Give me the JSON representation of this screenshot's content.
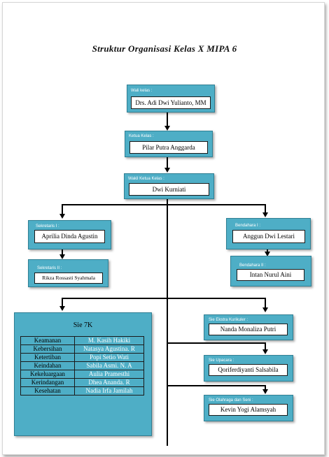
{
  "title": "Struktur Organisasi Kelas X MIPA 6",
  "wali": {
    "label": "Wali kelas :",
    "name": "Drs. Adi Dwi Yulianto, MM"
  },
  "ketua": {
    "label": "Ketua Kelas :",
    "name": "Pilar Putra Anggarda"
  },
  "wakil": {
    "label": "Wakil Ketua Kelas :",
    "name": "Dwi Kurniati"
  },
  "sekretaris1": {
    "label": "Sekretaris I :",
    "name": "Aprilia Dinda Agustin"
  },
  "sekretaris2": {
    "label": "Sekretaris II :",
    "name": "Rikza Rossasti Syahmala"
  },
  "bendahara1": {
    "label": "Bendahara I :",
    "name": "Anggun Dwi Lestari"
  },
  "bendahara2": {
    "label": "Bendahara II :",
    "name": "Intan Nurul Aini"
  },
  "sie7k": {
    "title": "Sie 7K",
    "rows": [
      {
        "role": "Keamanan",
        "name": "M. Kasih Hakiki"
      },
      {
        "role": "Kebersihan",
        "name": "Natasya Agustina. R"
      },
      {
        "role": "Ketertiban",
        "name": "Popi Setio Wati"
      },
      {
        "role": "Keindahan",
        "name": "Sabila Asmi. N. A"
      },
      {
        "role": "Kekeluargaan",
        "name": "Aulia Pramesthi"
      },
      {
        "role": "Kerindangan",
        "name": "Dhea Ananda. R"
      },
      {
        "role": "Kesehatan",
        "name": "Nadia Irfa Jamilah"
      }
    ]
  },
  "ekskul": {
    "label": "Sie Ekstra Kurikuler :",
    "name": "Nanda Monaliza Putri"
  },
  "upacara": {
    "label": "Sie Upacara :",
    "name": "Qoriferdiyanti Salsabila"
  },
  "olahraga": {
    "label": "Sie Olahraga dan Seni :",
    "name": "Kevin Yogi Alamsyah"
  }
}
